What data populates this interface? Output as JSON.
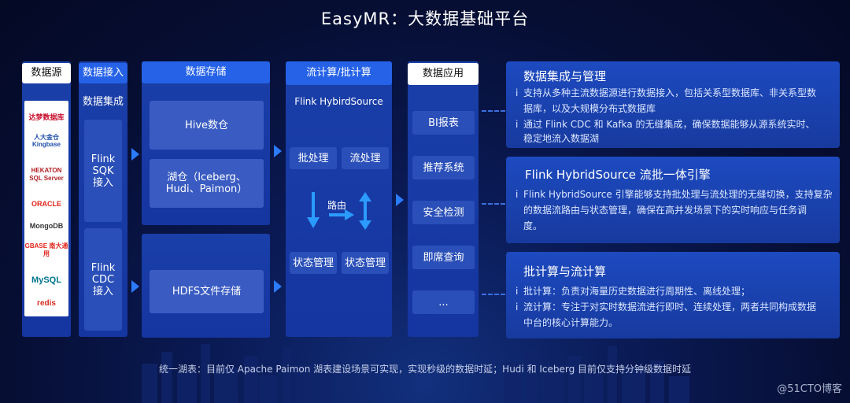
{
  "title": "EasyMR：大数据基础平台",
  "columns": {
    "source": {
      "header": "数据源"
    },
    "ingest": {
      "header": "数据接入",
      "sub": "数据集成",
      "box1": "Flink SQK 接入",
      "box2": "Flink CDC 接入"
    },
    "storage": {
      "header": "数据存储",
      "box1": "Hive数仓",
      "box2": "湖仓（Iceberg、Hudi、Paimon）",
      "box3": "HDFS文件存储"
    },
    "compute": {
      "header": "流计算/批计算",
      "sub": "Flink HybirdSource",
      "batch": "批处理",
      "stream": "流处理",
      "route": "路由",
      "state1": "状态管理",
      "state2": "状态管理"
    },
    "apps": {
      "header": "数据应用",
      "items": [
        "BI报表",
        "推荐系统",
        "安全检测",
        "即席查询",
        "..."
      ]
    }
  },
  "logos": [
    {
      "name": "达梦数据库",
      "color": "#c8102e"
    },
    {
      "name": "人大金仓 Kingbase",
      "color": "#1f4fa8"
    },
    {
      "name": "HEKATON SQL Server",
      "color": "#b32025"
    },
    {
      "name": "ORACLE",
      "color": "#e2231a"
    },
    {
      "name": "MongoDB",
      "color": "#333333"
    },
    {
      "name": "GBASE 南大通用",
      "color": "#e1251b"
    },
    {
      "name": "MySQL",
      "color": "#00758f"
    },
    {
      "name": "redis",
      "color": "#d82c20"
    }
  ],
  "panels": [
    {
      "title": "数据集成与管理",
      "lines": [
        "支持从多种主流数据源进行数据接入，包括关系型数据库、非关系型数",
        "据库，以及大规模分布式数据库",
        "通过 Flink CDC 和 Kafka 的无缝集成，确保数据能够从源系统实时、",
        "稳定地流入数据湖"
      ]
    },
    {
      "title": "Flink HybridSource 流批一体引擎",
      "lines": [
        "Flink HybridSource 引擎能够支持批处理与流处理的无缝切换，支持复杂",
        "的数据流路由与状态管理，确保在高并发场景下的实时响应与任务调",
        "度。"
      ]
    },
    {
      "title": "批计算与流计算",
      "lines": [
        "批计算：负责对海量历史数据进行周期性、离线处理；",
        "流计算：专注于对实时数据流进行即时、连续处理，两者共同构成数据",
        "中台的核心计算能力。"
      ]
    }
  ],
  "footer": "统一湖表：目前仅 Apache Paimon 湖表建设场景可实现，实现秒级的数据时延；Hudi 和 Iceberg 目前仅支持分钟级数据时延",
  "watermark": "@51CTO博客",
  "colors": {
    "accent": "#2562e8",
    "column": "#1a3fa8",
    "arrow": "#2b7bff"
  }
}
